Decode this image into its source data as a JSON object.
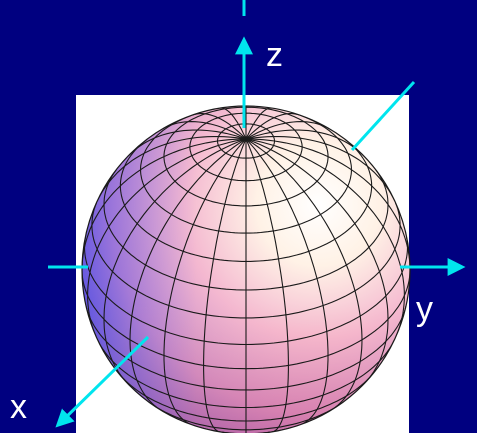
{
  "axes": {
    "z_label": "z",
    "y_label": "y",
    "x_label": "x"
  },
  "colors": {
    "background": "#000080",
    "axis": "#00e5ee",
    "panel": "#ffffff",
    "grid": "#1a1a1a"
  }
}
